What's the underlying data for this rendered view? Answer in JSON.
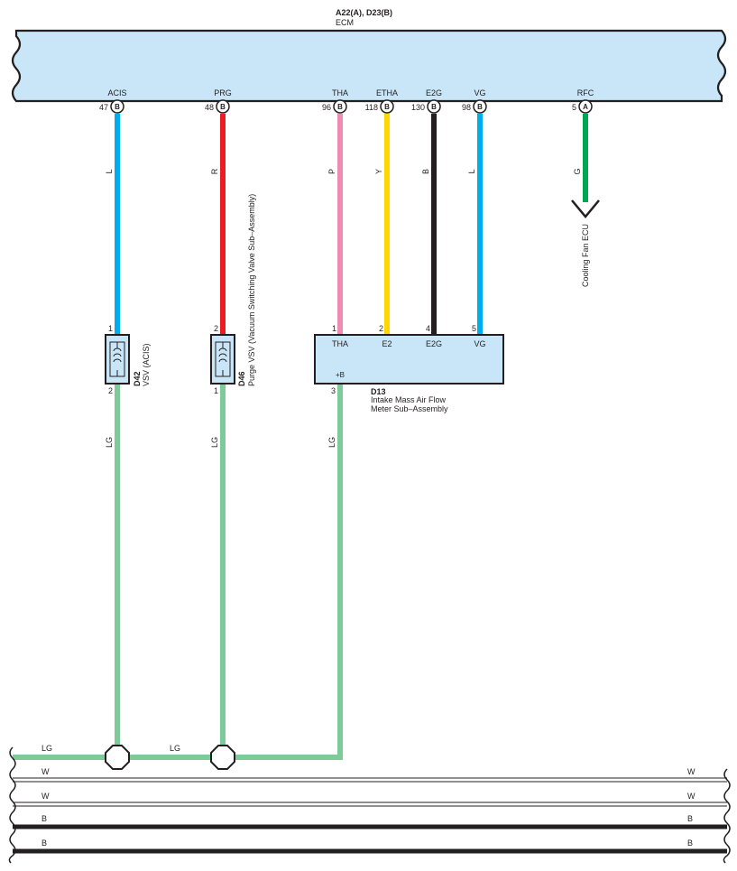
{
  "ecm": {
    "connectors": "A22(A), D23(B)",
    "name": "ECM",
    "fill": "#c8e6f7",
    "pins": [
      {
        "signal": "ACIS",
        "num": "47",
        "conn": "B"
      },
      {
        "signal": "PRG",
        "num": "48",
        "conn": "B"
      },
      {
        "signal": "THA",
        "num": "96",
        "conn": "B"
      },
      {
        "signal": "ETHA",
        "num": "118",
        "conn": "B"
      },
      {
        "signal": "E2G",
        "num": "130",
        "conn": "B"
      },
      {
        "signal": "VG",
        "num": "98",
        "conn": "B"
      },
      {
        "signal": "RFC",
        "num": "5",
        "conn": "A"
      }
    ]
  },
  "wires": [
    {
      "code": "L",
      "color": "#00aeef"
    },
    {
      "code": "R",
      "color": "#ed1c24"
    },
    {
      "code": "P",
      "color": "#f08cb4"
    },
    {
      "code": "Y",
      "color": "#ffd700"
    },
    {
      "code": "B",
      "color": "#231f20"
    },
    {
      "code": "L",
      "color": "#00aeef"
    },
    {
      "code": "G",
      "color": "#00a651"
    }
  ],
  "ground_wire": {
    "code": "LG",
    "color": "#7ecb9a"
  },
  "cooling_fan_label": "Cooling Fan ECU",
  "d42": {
    "code": "D42",
    "name": "VSV (ACIS)",
    "pin_top": "1",
    "pin_bottom": "2",
    "wire_label": "LG"
  },
  "d46": {
    "code": "D46",
    "name": "Purge VSV (Vacuum Switching Valve Sub–Assembly)",
    "pin_top": "2",
    "pin_bottom": "1",
    "wire_label": "LG"
  },
  "d13": {
    "code": "D13",
    "name_line1": "Intake Mass Air Flow",
    "name_line2": "Meter Sub–Assembly",
    "pins": [
      {
        "num": "1",
        "label": "THA"
      },
      {
        "num": "2",
        "label": "E2"
      },
      {
        "num": "4",
        "label": "E2G"
      },
      {
        "num": "5",
        "label": "VG"
      }
    ],
    "power_pin": {
      "num": "3",
      "label": "+B"
    },
    "wire_label": "LG"
  },
  "bus": {
    "segment_labels": [
      "LG",
      "LG"
    ],
    "rails": [
      {
        "code": "W",
        "left": "W",
        "right": "W",
        "color": "#231f20",
        "style": "thin"
      },
      {
        "code": "W",
        "left": "W",
        "right": "W",
        "color": "#231f20",
        "style": "thin"
      },
      {
        "code": "B",
        "left": "B",
        "right": "B",
        "color": "#231f20",
        "style": "thick"
      },
      {
        "code": "B",
        "left": "B",
        "right": "B",
        "color": "#231f20",
        "style": "thick"
      }
    ]
  }
}
